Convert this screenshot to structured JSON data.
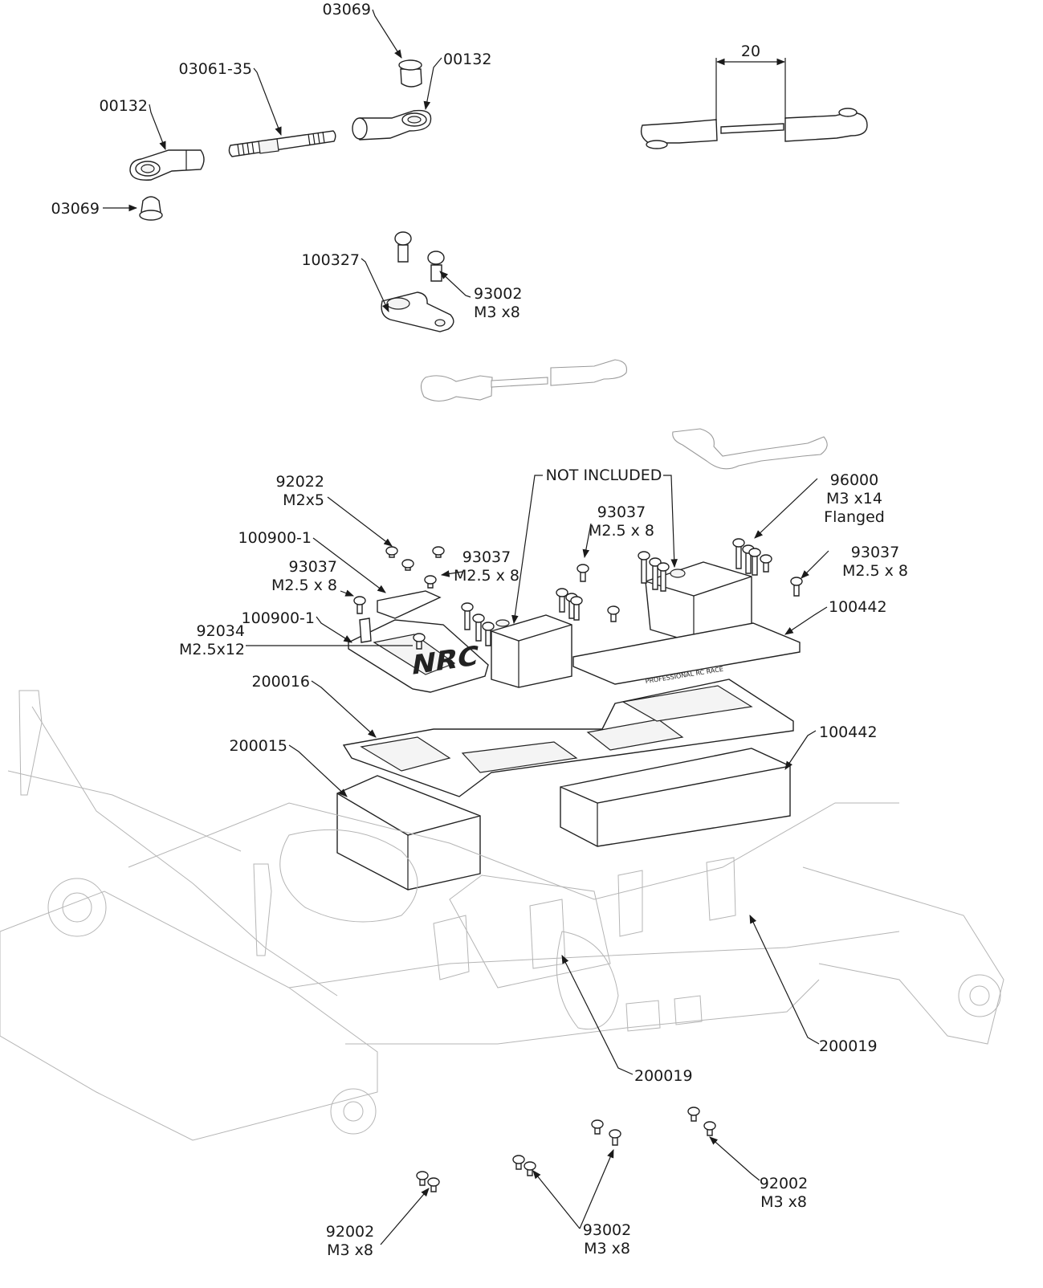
{
  "callouts": [
    {
      "id": "c1",
      "lines": [
        "03069"
      ]
    },
    {
      "id": "c2",
      "lines": [
        "00132"
      ]
    },
    {
      "id": "c3",
      "lines": [
        "03061-35"
      ]
    },
    {
      "id": "c4",
      "lines": [
        "00132"
      ]
    },
    {
      "id": "c5",
      "lines": [
        "03069"
      ]
    },
    {
      "id": "c6",
      "lines": [
        "20"
      ]
    },
    {
      "id": "c7",
      "lines": [
        "100327"
      ]
    },
    {
      "id": "c8",
      "lines": [
        "93002",
        "M3 x8"
      ]
    },
    {
      "id": "c9",
      "lines": [
        "92022",
        "M2x5"
      ]
    },
    {
      "id": "c10",
      "lines": [
        "NOT INCLUDED"
      ]
    },
    {
      "id": "c11",
      "lines": [
        "96000",
        "M3 x14",
        "Flanged"
      ]
    },
    {
      "id": "c12",
      "lines": [
        "93037",
        "M2.5 x 8"
      ]
    },
    {
      "id": "c13",
      "lines": [
        "100900-1"
      ]
    },
    {
      "id": "c14",
      "lines": [
        "93037",
        "M2.5 x 8"
      ]
    },
    {
      "id": "c15",
      "lines": [
        "93037",
        "M2.5 x 8"
      ]
    },
    {
      "id": "c16",
      "lines": [
        "93037",
        "M2.5 x 8"
      ]
    },
    {
      "id": "c17",
      "lines": [
        "100442"
      ]
    },
    {
      "id": "c18",
      "lines": [
        "92034",
        "M2.5x12"
      ]
    },
    {
      "id": "c19",
      "lines": [
        "100900-1"
      ]
    },
    {
      "id": "c20",
      "lines": [
        "200016"
      ]
    },
    {
      "id": "c21",
      "lines": [
        "100442"
      ]
    },
    {
      "id": "c22",
      "lines": [
        "200015"
      ]
    },
    {
      "id": "c23",
      "lines": [
        "200019"
      ]
    },
    {
      "id": "c24",
      "lines": [
        "200019"
      ]
    },
    {
      "id": "c25",
      "lines": [
        "92002",
        "M3 x8"
      ]
    },
    {
      "id": "c26",
      "lines": [
        "93002",
        "M3 x8"
      ]
    },
    {
      "id": "c27",
      "lines": [
        "92002",
        "M3 x8"
      ]
    }
  ],
  "plate_logo": "NRC",
  "plate_text": "PROFESSIONAL RC RACE",
  "colors": {
    "ink": "#1a1a1a",
    "ghost": "#9a9a9a",
    "background": "#ffffff"
  }
}
